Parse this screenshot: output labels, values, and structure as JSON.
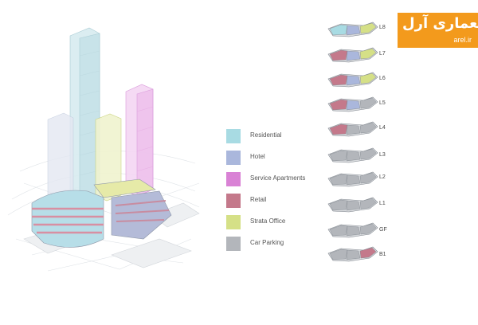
{
  "legend": [
    {
      "label": "Residential",
      "color": "#a8dbe3"
    },
    {
      "label": "Hotel",
      "color": "#aab7dc"
    },
    {
      "label": "Service Apartments",
      "color": "#d982d5"
    },
    {
      "label": "Retail",
      "color": "#c4798b"
    },
    {
      "label": "Strata Office",
      "color": "#d5e087"
    },
    {
      "label": "Car Parking",
      "color": "#b3b6bb"
    }
  ],
  "floors": [
    "L8",
    "L7",
    "L6",
    "L5",
    "L4",
    "L3",
    "L2",
    "L1",
    "GF",
    "B1"
  ],
  "logo": {
    "main": "معماری آرل",
    "sub": "arel.ir"
  }
}
